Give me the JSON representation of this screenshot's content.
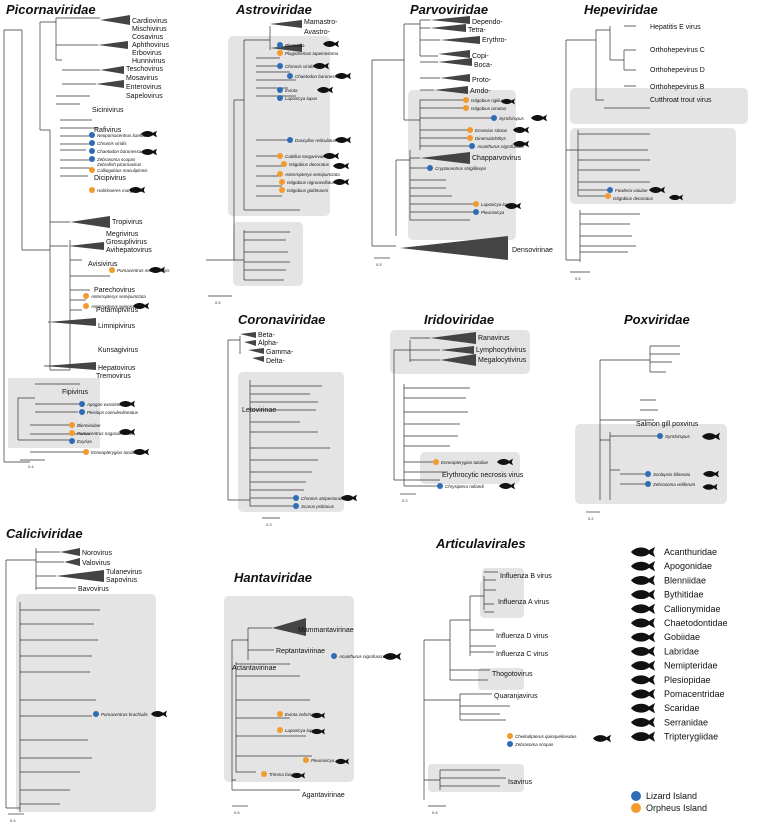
{
  "colors": {
    "lizard": "#2e6db4",
    "orpheus": "#f39a2e",
    "box": "#e4e4e4"
  },
  "panels": {
    "picornaviridae": {
      "title": "Picornaviridae",
      "genera": [
        "Cardiovirus",
        "Mischivirus",
        "Cosavirus",
        "Aphthovirus",
        "Erbovirus",
        "Hunnivirus",
        "Teschovirus",
        "Mosavirus",
        "Enterovirus",
        "Sapelovirus",
        "Sicinivirus",
        "Rafivirus",
        "Dicipivirus",
        "Tropivirus",
        "Megrivirus",
        "Grosuplivirus",
        "Avihepatovirus",
        "Avisivirus",
        "Parechovirus",
        "Potamipivirus",
        "Limnipivirus",
        "Kunsagivirus",
        "Hepatovirus",
        "Tremovirus",
        "Fipivirus"
      ],
      "species": [
        "Neopomacentrus bankieri",
        "Chromis viridis",
        "Chaetodon baronessa",
        "Zebrasoma scopas",
        "Zebrafish picornavirus",
        "Calliogobius maculipinnis",
        "Halichoeres marginatus",
        "Pomacentrus moluccensis",
        "Asterropteryx semipunctata",
        "Asterropteryx spinosa",
        "Apogon exostima",
        "Plesiops coeruleolineatus",
        "Blennioidae",
        "Pomacentrus nagasakiensis",
        "Exyrias",
        "Enneapterygius tutuilae"
      ],
      "scale": "0.4"
    },
    "astroviridae": {
      "title": "Astroviridae",
      "genera": [
        "Mamastro-",
        "Avastro-"
      ],
      "species": [
        "Blenniella",
        "Plagiotremus tapeinosoma",
        "Chromis viridis",
        "Chaetodon baronessa",
        "Eviota",
        "Luposicya lupus",
        "Dascyllus reticulatus",
        "Cabillus tongarevae",
        "Istigobius decoratus",
        "Asterropteryx semipunctata",
        "Istigobius nigroocellatus",
        "Istigobius goldmanni"
      ],
      "scale": "0.5"
    },
    "parvoviridae": {
      "title": "Parvoviridae",
      "genera": [
        "Dependo-",
        "Tetra-",
        "Erythro-",
        "Copi-",
        "Boca-",
        "Proto-",
        "Amdo-",
        "Chapparvovirus",
        "Densovirinae"
      ],
      "species": [
        "Istigobius rigilius",
        "Istigobius ornatus",
        "Synchiropus",
        "Ecsenius stictus",
        "Dinematichthys",
        "Acanthurus nigrofuscus",
        "Cryptocentrus strigilliceps",
        "Luposicya lupus",
        "Pleurosicya"
      ],
      "scale": "0.5"
    },
    "hepeviridae": {
      "title": "Hepeviridae",
      "genera": [
        "Hepatitis E virus",
        "Orthohepevirus C",
        "Orthohepevirus D",
        "Orthohepevirus B",
        "Cutthroat trout virus"
      ],
      "species": [
        "Fowleria vaiulae",
        "Istigobius decoratus"
      ],
      "scale": "0.5"
    },
    "coronaviridae": {
      "title": "Coronaviridae",
      "genera": [
        "Beta-",
        "Alpha-",
        "Gamma-",
        "Delta-",
        "Letovirinae"
      ],
      "species": [
        "Chromis atripectoralis",
        "Scarus psittacus"
      ],
      "scale": "0.3"
    },
    "iridoviridae": {
      "title": "Iridoviridae",
      "genera": [
        "Ranavirus",
        "Lymphocytivirus",
        "Megalocytivirus",
        "Erythrocytic necrosis virus"
      ],
      "species": [
        "Enneapterygius tutuilae",
        "Chrysiptera rollandi"
      ],
      "scale": "0.2"
    },
    "poxviridae": {
      "title": "Poxviridae",
      "genera": [
        "Salmon gill poxvirus"
      ],
      "species": [
        "Synchiropus",
        "Scolopsis bilineata",
        "Zebrasoma veliferum"
      ],
      "scale": "0.2"
    },
    "caliciviridae": {
      "title": "Caliciviridae",
      "genera": [
        "Norovirus",
        "Valovirus",
        "Tulanevirus",
        "Sapovirus",
        "Bavovirus"
      ],
      "species": [
        "Pomacentrus brachialis"
      ],
      "scale": "0.4"
    },
    "hantaviridae": {
      "title": "Hantaviridae",
      "genera": [
        "Mammantavirinae",
        "Reptantavirinae",
        "Actantavirinae",
        "Agantavirinae"
      ],
      "species": [
        "Acanthurus nigrofuscus",
        "Eviota zebrina",
        "Luposicya lupus",
        "Pleurosicya",
        "Trimma fangi"
      ],
      "scale": "0.6"
    },
    "articulavirales": {
      "title": "Articulavirales",
      "genera": [
        "Influenza B virus",
        "Influenza A virus",
        "Influenza D virus",
        "Influenza C virus",
        "Thogotovirus",
        "Quaranjavirus",
        "Isavirus"
      ],
      "species": [
        "Cheilodipterus quinquelineatus",
        "Zebrasoma scopas"
      ],
      "scale": "0.6"
    }
  },
  "legend": {
    "families": [
      "Acanthuridae",
      "Apogonidae",
      "Blenniidae",
      "Bythitidae",
      "Callionymidae",
      "Chaetodontidae",
      "Gobiidae",
      "Labridae",
      "Nemipteridae",
      "Plesiopidae",
      "Pomacentridae",
      "Scaridae",
      "Serranidae",
      "Tripterygiidae"
    ],
    "locations": [
      {
        "name": "Lizard Island",
        "color": "#2e6db4"
      },
      {
        "name": "Orpheus Island",
        "color": "#f39a2e"
      }
    ]
  }
}
